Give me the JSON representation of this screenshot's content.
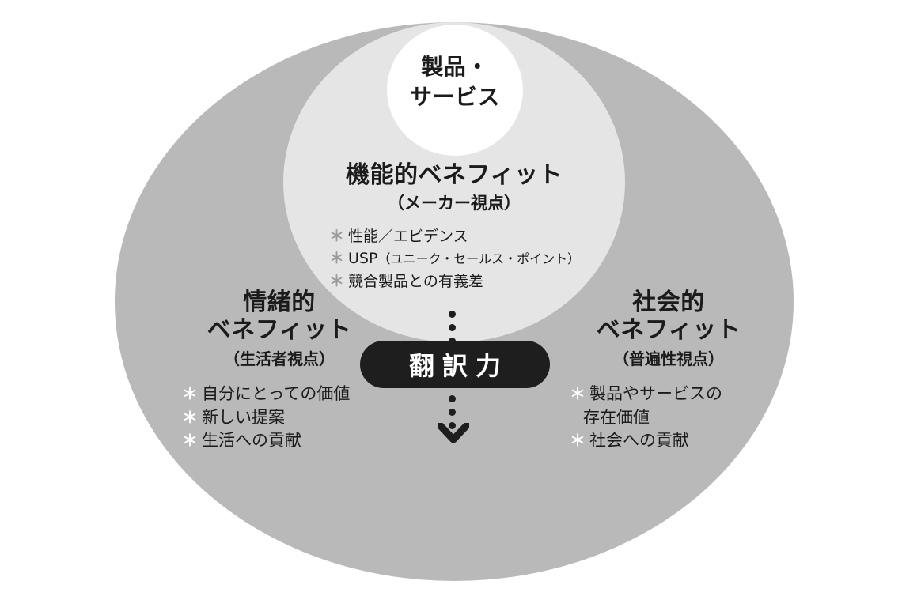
{
  "diagram": {
    "title_core": "製品・サービス",
    "colors": {
      "outer_ellipse": "#b9b9b9",
      "middle_ellipse": "#e5e5e5",
      "inner_circle": "#ffffff",
      "pill_background": "#1e1e1e",
      "pill_text": "#ffffff",
      "text": "#1b1b1b"
    },
    "core": {
      "line1": "製品・",
      "line2": "サービス"
    },
    "functional": {
      "heading": "機能的ベネフィット",
      "subhead": "（メーカー視点）",
      "bullets": [
        {
          "marker": "＊",
          "text": "性能／エビデンス"
        },
        {
          "marker": "＊",
          "text": "USP",
          "paren": "（ユニーク・セールス・ポイント）"
        },
        {
          "marker": "＊",
          "text": "競合製品との有義差"
        }
      ]
    },
    "emotional": {
      "heading_line1": "情緒的",
      "heading_line2": "ベネフィット",
      "subhead": "（生活者視点）",
      "bullets": [
        {
          "marker": "＊",
          "text": "自分にとっての価値"
        },
        {
          "marker": "＊",
          "text": "新しい提案"
        },
        {
          "marker": "＊",
          "text": "生活への貢献"
        }
      ]
    },
    "social": {
      "heading_line1": "社会的",
      "heading_line2": "ベネフィット",
      "subhead": "（普遍性視点）",
      "bullets": [
        {
          "marker": "＊",
          "text": "製品やサービスの",
          "continuation": "存在価値"
        },
        {
          "marker": "＊",
          "text": "社会への貢献"
        }
      ]
    },
    "pill": {
      "label": "翻訳力"
    },
    "connectors": {
      "top_dots": 3,
      "bottom_dots": 3,
      "arrow": "chevron-down"
    }
  }
}
